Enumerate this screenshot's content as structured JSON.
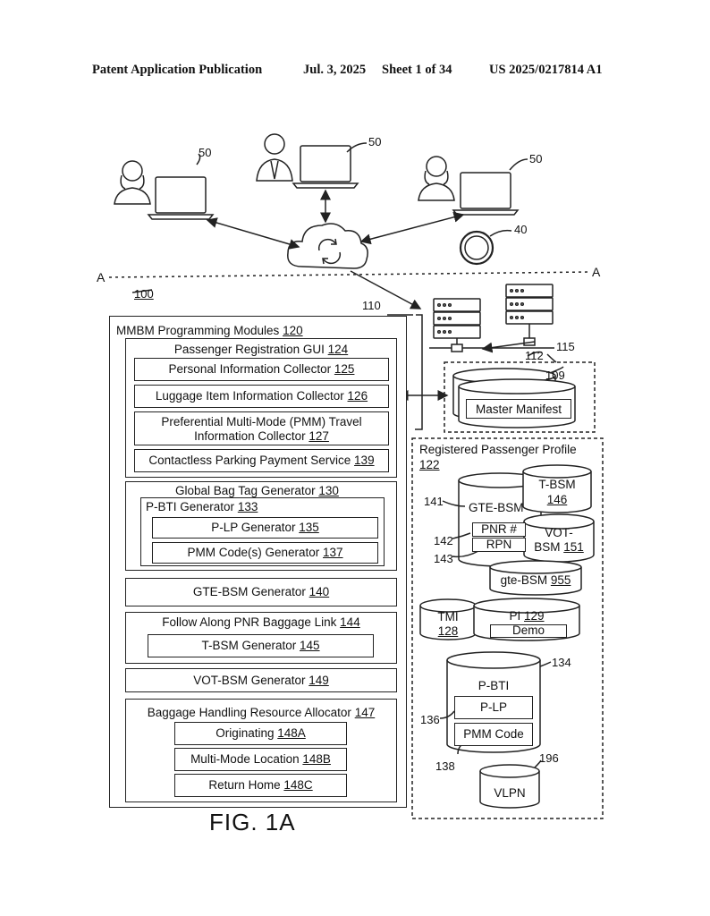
{
  "header": {
    "publication": "Patent Application Publication",
    "date": "Jul. 3, 2025",
    "sheet": "Sheet 1 of 34",
    "number": "US 2025/0217814 A1"
  },
  "refs": {
    "user_a": "50",
    "user_b": "50",
    "user_c": "50",
    "ring": "40",
    "system": "100",
    "servers": "110",
    "network_node": "112",
    "db_group": "115",
    "manifest_db": "109",
    "profile_num": "122",
    "gte_db": "141",
    "pnr_ref": "142",
    "rpn_ref": "143",
    "pbti_ref": "134",
    "plp_ref": "136",
    "pmm_ref": "138",
    "vlpn_ref": "196"
  },
  "section_line": {
    "left": "A",
    "right": "A"
  },
  "modules": {
    "title": "MMBM Programming Modules",
    "title_num": "120",
    "gui": {
      "label": "Passenger Registration GUI",
      "num": "124"
    },
    "personal": {
      "label": "Personal Information Collector",
      "num": "125"
    },
    "luggage": {
      "label": "Luggage Item Information Collector",
      "num": "126"
    },
    "pmm_line1": "Preferential Multi-Mode (PMM) Travel",
    "pmm_line2": "Information Collector",
    "pmm_num": "127",
    "parking": {
      "label": "Contactless Parking Payment Service",
      "num": "139"
    },
    "global_tag": {
      "label": "Global Bag Tag Generator",
      "num": "130"
    },
    "pbti_gen": {
      "label": "P-BTI Generator",
      "num": "133"
    },
    "plp_gen": {
      "label": "P-LP Generator",
      "num": "135"
    },
    "pmm_code_gen": {
      "label": "PMM Code(s) Generator",
      "num": "137"
    },
    "gte_gen": {
      "label": "GTE-BSM Generator",
      "num": "140"
    },
    "follow": {
      "label": "Follow Along PNR Baggage Link",
      "num": "144"
    },
    "tbsm_gen": {
      "label": "T-BSM Generator",
      "num": "145"
    },
    "vot_gen": {
      "label": "VOT-BSM Generator",
      "num": "149"
    },
    "allocator": {
      "label": "Baggage Handling Resource Allocator",
      "num": "147"
    },
    "originating": {
      "label": "Originating",
      "num": "148A"
    },
    "multimode": {
      "label": "Multi-Mode Location",
      "num": "148B"
    },
    "return_home": {
      "label": "Return Home",
      "num": "148C"
    }
  },
  "databases": {
    "master_manifest": "Master Manifest",
    "profile_title": "Registered Passenger Profile",
    "gte_bsm": "GTE-BSM",
    "pnr": "PNR #",
    "rpn": "RPN",
    "tbsm_label": "T-BSM",
    "tbsm_num": "146",
    "vot_line1": "VOT-",
    "vot_line2": "BSM",
    "vot_num": "151",
    "gte_lower": "gte-BSM",
    "gte_lower_num": "955",
    "tmi": "TMI",
    "tmi_num": "128",
    "pi": "PI",
    "pi_num": "129",
    "demo": "Demo",
    "pbti": "P-BTI",
    "plp": "P-LP",
    "pmm_code": "PMM Code",
    "vlpn": "VLPN"
  },
  "figure_label": "FIG. 1A"
}
